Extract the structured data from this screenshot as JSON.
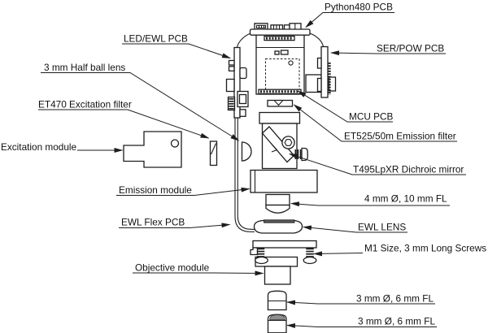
{
  "colors": {
    "background": "#ffffff",
    "line": "#1d1d1d",
    "text": "#111111",
    "ewl_band_gray": "#5a5a5a",
    "lens_dome_gray": "#8f8f8f"
  },
  "labels": {
    "python480_pcb": "Python480 PCB",
    "led_ewl_pcb": "LED/EWL PCB",
    "ser_pow_pcb": "SER/POW PCB",
    "half_ball_lens": "3 mm Half ball lens",
    "et470_excitation_filter": "ET470 Excitation filter",
    "excitation_module": "Excitation module",
    "mcu_pcb": "MCU PCB",
    "et525_emission_filter": "ET525/50m Emission filter",
    "t495_dichroic_mirror": "T495LpXR Dichroic mirror",
    "emission_module": "Emission module",
    "lens_4mm_10mm_fl": "4 mm Ø, 10 mm FL",
    "ewl_flex_pcb": "EWL Flex PCB",
    "ewl_lens": "EWL LENS",
    "m1_screws": "M1 Size, 3 mm Long Screws",
    "objective_module": "Objective module",
    "lens_3mm_6mm_fl_1": "3 mm Ø, 6 mm FL",
    "lens_3mm_6mm_fl_2": "3 mm Ø, 6 mm FL"
  }
}
